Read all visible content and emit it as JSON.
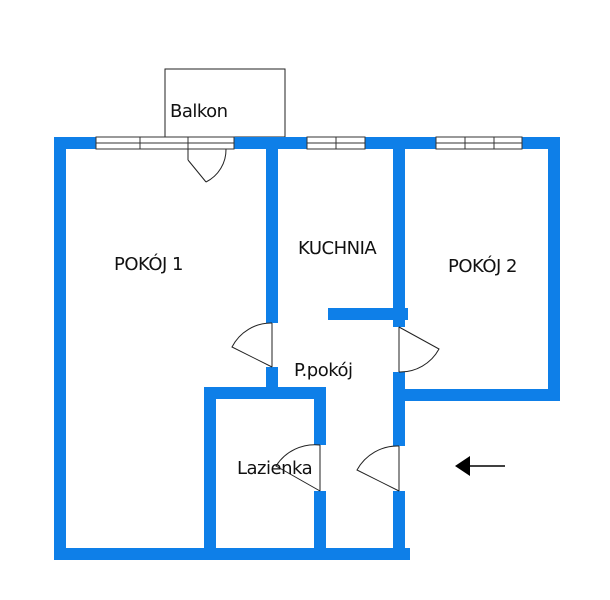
{
  "rooms": {
    "balkon": "Balkon",
    "pokoj1": "POKÓJ 1",
    "kuchnia": "KUCHNIA",
    "pokoj2": "POKÓJ 2",
    "przedpokoj": "P.pokój",
    "lazienka": "Lazienka"
  },
  "colors": {
    "wall": "#0e7fe8",
    "line": "#222222",
    "background": "#ffffff"
  },
  "icons": {
    "entrance": "arrow-left-icon"
  }
}
